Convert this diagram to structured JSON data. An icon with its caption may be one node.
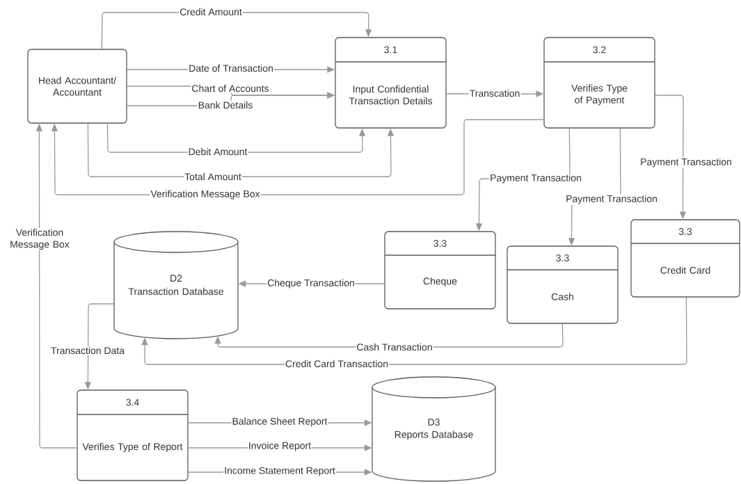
{
  "diagram": {
    "nodes": [
      {
        "text": [
          "Head Accountant/ Accountant"
        ]
      },
      {
        "text": [
          "3.1",
          "Input Confidential Transaction Details"
        ]
      },
      {
        "text": [
          "3.2",
          "Verifies Type of Payment"
        ]
      },
      {
        "text": [
          "D2",
          "Transaction Database"
        ]
      },
      {
        "text": [
          "3.3",
          "Cheque"
        ]
      },
      {
        "text": [
          "3.3",
          "Cash"
        ]
      },
      {
        "text": [
          "3.3",
          "Credit Card"
        ]
      },
      {
        "text": [
          "3.4",
          "Verifies Type of Report"
        ]
      },
      {
        "text": [
          "D3",
          "Reports Database"
        ]
      }
    ],
    "edges": [
      {
        "from": 0,
        "to": 1,
        "arrow": "to",
        "label": "Credit Amount"
      },
      {
        "from": 0,
        "to": 1,
        "arrow": "to",
        "label": "Date of Transaction"
      },
      {
        "from": 0,
        "to": 1,
        "arrow": "to",
        "label": "Chart of Accounts"
      },
      {
        "from": 0,
        "to": 1,
        "arrow": "to",
        "label": "Bank Details"
      },
      {
        "from": 0,
        "to": 1,
        "arrow": "to",
        "label": "Debit Amount"
      },
      {
        "from": 0,
        "to": 1,
        "arrow": "to",
        "label": "Total Amount"
      },
      {
        "from": 1,
        "to": 2,
        "arrow": "to",
        "label": "Transcation"
      },
      {
        "from": 2,
        "to": 0,
        "arrow": "to",
        "label": "Verification Message Box"
      },
      {
        "from": 2,
        "to": 4,
        "arrow": "to",
        "label": "Payment Transaction"
      },
      {
        "from": 2,
        "to": 5,
        "arrow": "to",
        "label": "Payment Transaction"
      },
      {
        "from": 2,
        "to": 6,
        "arrow": "to",
        "label": "Payment Transaction"
      },
      {
        "from": 4,
        "to": 3,
        "arrow": "to",
        "label": "Cheque Transaction"
      },
      {
        "from": 5,
        "to": 3,
        "arrow": "to",
        "label": "Cash Transaction"
      },
      {
        "from": 6,
        "to": 3,
        "arrow": "to",
        "label": "Credit Card Transaction"
      },
      {
        "from": 3,
        "to": 7,
        "arrow": "to",
        "label": "Transaction Data"
      },
      {
        "from": 7,
        "to": 0,
        "arrow": "to",
        "label": "Verification Message Box"
      },
      {
        "from": 7,
        "to": 8,
        "arrow": "to",
        "label": "Balance Sheet Report"
      },
      {
        "from": 7,
        "to": 8,
        "arrow": "to",
        "label": "Invoice Report"
      },
      {
        "from": 7,
        "to": 8,
        "arrow": "to",
        "label": "Income Statement Report"
      }
    ]
  }
}
